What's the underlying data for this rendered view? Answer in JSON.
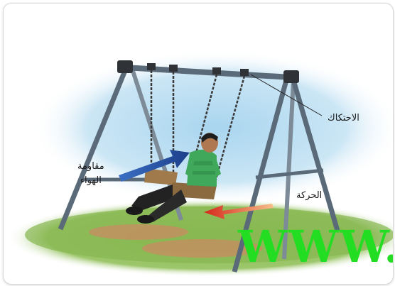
{
  "labels": {
    "friction": "الاحتكاك",
    "motion": "الحركة",
    "air_resistance_line1": "مقاومة",
    "air_resistance_line2": "الهواء"
  },
  "watermark": "WWW.",
  "colors": {
    "frame": "#5a6a78",
    "joint": "#2f3338",
    "chain": "#3a3a3a",
    "sky": "#bfe0f2",
    "grass": "#7fb04a",
    "dirt": "#c98b62",
    "air_arrow": "#1f4fa0",
    "motion_arrow": "#d8321e",
    "watermark": "#22dd22",
    "shirt": "#3fa85a",
    "pants": "#222222",
    "seat": "#a07a4a"
  },
  "icons": [
    "swing-frame",
    "swing-seat",
    "child-figure",
    "air-resistance-arrow",
    "motion-arrow",
    "friction-pointer"
  ]
}
